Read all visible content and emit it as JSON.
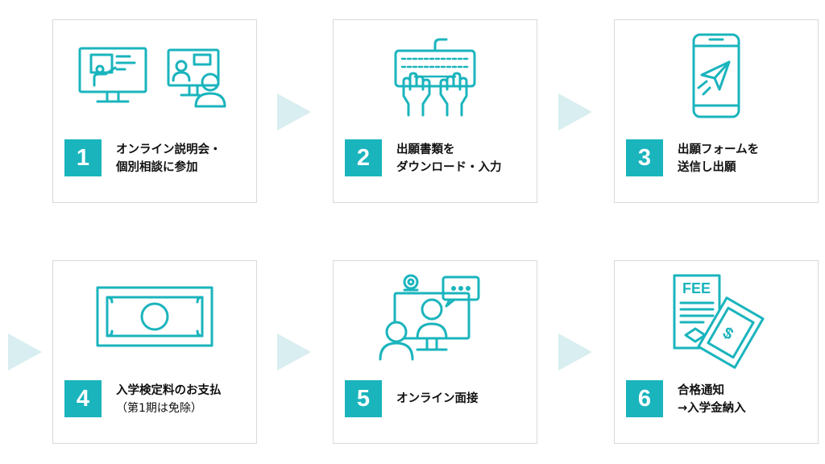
{
  "colors": {
    "accent": "#1ab4bd",
    "arrow": "#d8eef0",
    "border": "#d9d9d9",
    "text": "#111111"
  },
  "steps": [
    {
      "number": "1",
      "line1": "オンライン説明会・",
      "line2": "個別相談に参加",
      "icon": "online-seminar-icon"
    },
    {
      "number": "2",
      "line1": "出願書類を",
      "line2": "ダウンロード・入力",
      "icon": "keyboard-typing-icon"
    },
    {
      "number": "3",
      "line1": "出願フォームを",
      "line2": "送信し出願",
      "icon": "smartphone-send-icon"
    },
    {
      "number": "4",
      "line1": "入学検定料のお支払",
      "line2": "（第1期は免除）",
      "icon": "banknote-icon"
    },
    {
      "number": "5",
      "line1": "オンライン面接",
      "line2": "",
      "icon": "video-interview-icon"
    },
    {
      "number": "6",
      "line1": "合格通知",
      "line2": "→入学金納入",
      "icon": "fee-invoice-icon"
    }
  ],
  "fee_icon_text": "FEE",
  "arrow_icon": "play-arrow-icon"
}
